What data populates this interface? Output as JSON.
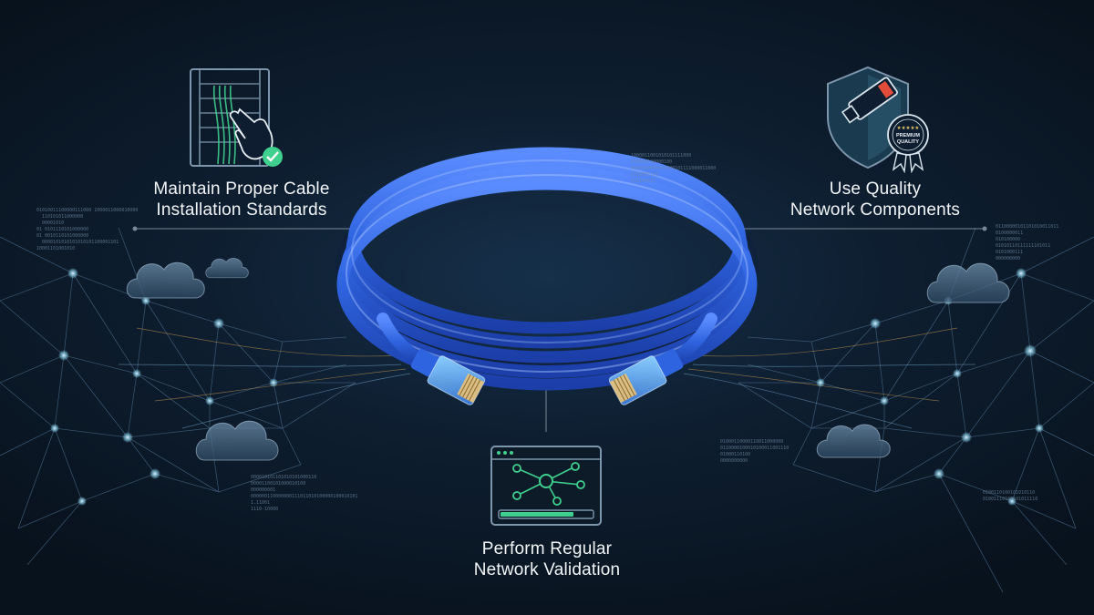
{
  "captions": {
    "installation": {
      "line1": "Maintain Proper Cable",
      "line2": "Installation Standards"
    },
    "components": {
      "line1": "Use Quality",
      "line2": "Network Components"
    },
    "validation": {
      "line1": "Perform Regular",
      "line2": "Network Validation"
    }
  },
  "badge": {
    "line1": "PREMIUM",
    "line2": "QUALITY",
    "stars": "★★★★★"
  },
  "binary_blocks": {
    "right_upper": "01100000101101010011011\n0100000011\n010100000\n01010110111111101011\n0101000111\n000000000",
    "right_lower": "0100110100101010110\n01001110100101011110",
    "center_left": "000010101101010101000110\n00001100101000010100\n000000001\n000000110000000111011010100000100010101\n1.11001\n1110-10000",
    "left": "01010011100000111000 1000011000010000\n  110101011000000\n  00001010\n01 0101110101000000\n01 0010110101000000\n  0000101010101010101100001101\n10001101001010",
    "top": "1000011001010101111000\n010000100000100\n0000000000010000101111000011000\n0110001110\n010100011",
    "middle_right": "01000110000110011000000\n0110000100010100011001110\n01000110100\n0000000000"
  },
  "colors": {
    "background": "#0b1624",
    "cable": "#2f64e0",
    "icon_line": "#7d96ab",
    "accent_green": "#3fcf8e",
    "network_line": "#4f7190",
    "network_node": "#9fd6e8"
  }
}
